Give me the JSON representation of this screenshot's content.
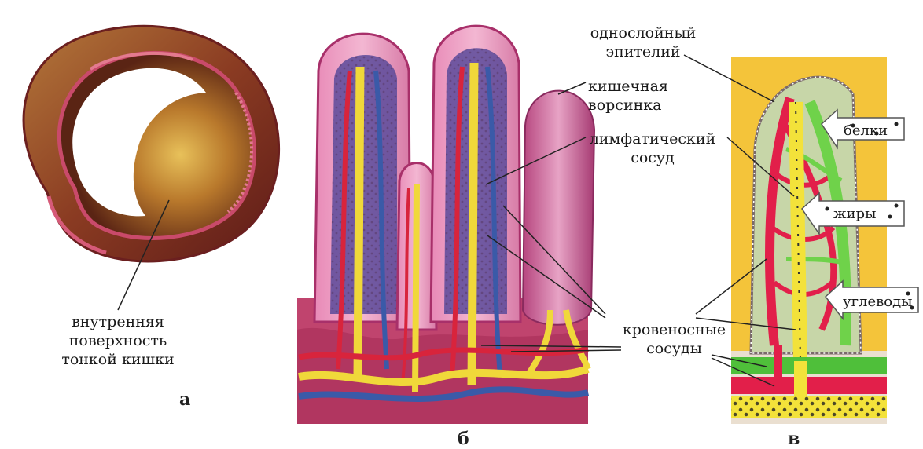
{
  "labels": {
    "inner_surface": [
      "внутренняя",
      "поверхность",
      "тонкой кишки"
    ],
    "epithelium": [
      "однослойный",
      "эпителий"
    ],
    "villus": [
      "кишечная",
      "ворсинка"
    ],
    "lymph_vessel": [
      "лимфатический",
      "сосуд"
    ],
    "blood_vessels": [
      "кровеносные",
      "сосуды"
    ]
  },
  "nutrients": {
    "proteins": "белки",
    "fats": "жиры",
    "carbs": "углеводы"
  },
  "panels": {
    "a": "а",
    "b": "б",
    "c": "в"
  }
}
